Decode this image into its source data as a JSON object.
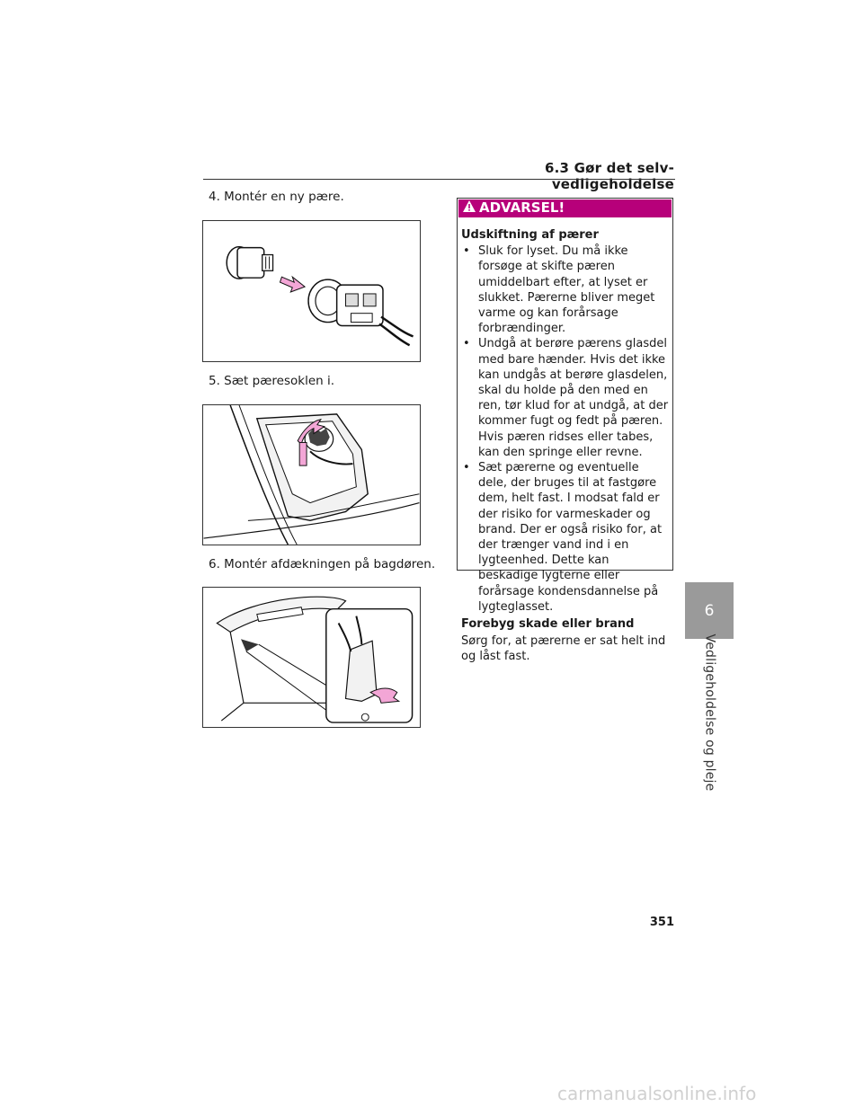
{
  "header": {
    "section_title": "6.3  Gør det selv-vedligeholdelse"
  },
  "steps": [
    {
      "label": "4. Montér en ny pære."
    },
    {
      "label": "5. Sæt pæresoklen i."
    },
    {
      "label": "6. Montér afdækningen på bagdøren."
    }
  ],
  "warning": {
    "heading": "ADVARSEL!",
    "title1": "Udskiftning af pærer",
    "bullets": [
      "Sluk for lyset. Du må ikke forsøge at skifte pæren umiddelbart efter, at lyset er slukket. Pærerne bliver meget varme og kan forårsage forbrændinger.",
      "Undgå at berøre pærens glasdel med bare hænder. Hvis det ikke kan undgås at berøre glasdelen, skal du holde på den med en ren, tør klud for at undgå, at der kommer fugt og fedt på pæren. Hvis pæren ridses eller tabes, kan den springe eller revne.",
      "Sæt pærerne og eventuelle dele, der bruges til at fastgøre dem, helt fast. I modsat fald er der risiko for varmeskader og brand. Der er også risiko for, at der trænger vand ind i en lygteenhed. Dette kan beskadige lygterne eller forårsage kondensdannelse på lygteglasset."
    ],
    "title2": "Forebyg skade eller brand",
    "paragraph": "Sørg for, at pærerne er sat helt ind og låst fast."
  },
  "chapter": {
    "number": "6",
    "title": "Vedligeholdelse og pleje"
  },
  "page_number": "351",
  "watermark": "carmanualsonline.info",
  "colors": {
    "warning_header": "#b7007a",
    "chapter_tab": "#9a9a9a",
    "arrow_pink": "#f3a6d6"
  }
}
